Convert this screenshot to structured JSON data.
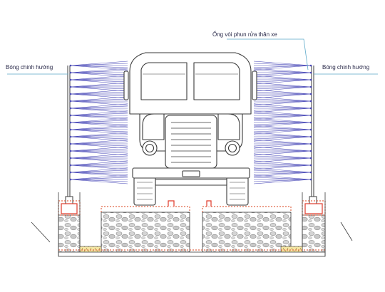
{
  "labels": {
    "left_nozzle": "Bóng chinh hướng",
    "right_nozzle": "Bóng chinh hướng",
    "spray_pipe": "Ống vòi phun rửa thân xe"
  },
  "colors": {
    "line": "#3a3a3a",
    "spray": "#4a4ab8",
    "callout": "#5aa8c8",
    "concrete_edge": "#e06848",
    "pipe_red": "#e03a2a",
    "gravel": "#b8b8b8",
    "sand": "#e8c040"
  },
  "icons": {
    "truck": "truck-front-icon",
    "nozzles": "spray-nozzle-icon"
  }
}
